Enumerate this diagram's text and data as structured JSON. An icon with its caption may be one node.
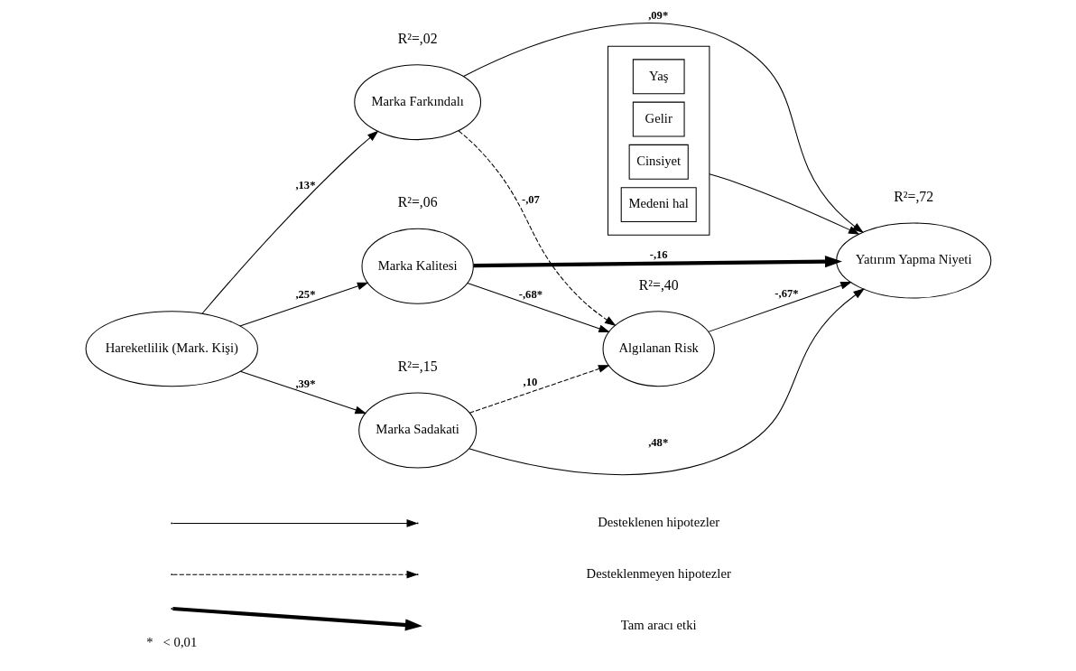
{
  "diagram": {
    "nodes": [
      {
        "text": [
          "Hareketlilik (Mark. Kişi)"
        ]
      },
      {
        "text": [
          "Marka Farkındalı"
        ],
        "beside": [
          "R²=,02"
        ]
      },
      {
        "text": [
          "Marka Kalitesi"
        ],
        "beside": [
          "R²=,06"
        ]
      },
      {
        "text": [
          "Marka Sadakati"
        ],
        "beside": [
          "R²=,15"
        ]
      },
      {
        "text": [
          "Algılanan Risk"
        ],
        "beside": [
          "R²=,40"
        ]
      },
      {
        "text": [
          "Yatırım Yapma Niyeti"
        ],
        "beside": [
          "R²=,72"
        ]
      },
      {
        "text": [],
        "shape": "box"
      },
      {
        "text": [
          "Yaş"
        ],
        "in": 6
      },
      {
        "text": [
          "Gelir"
        ],
        "in": 6
      },
      {
        "text": [
          "Cinsiyet"
        ],
        "in": 6
      },
      {
        "text": [
          "Medeni hal"
        ],
        "in": 6
      }
    ],
    "edges": [
      {
        "from": 0,
        "to": 1,
        "arrow": "to",
        "label": ",13*"
      },
      {
        "from": 0,
        "to": 2,
        "arrow": "to",
        "label": ",25*"
      },
      {
        "from": 0,
        "to": 3,
        "arrow": "to",
        "label": ",39*"
      },
      {
        "from": 1,
        "to": 4,
        "arrow": "to",
        "label": "-,07",
        "style": "dashed"
      },
      {
        "from": 1,
        "to": 5,
        "arrow": "to",
        "label": ",09*"
      },
      {
        "from": 2,
        "to": 4,
        "arrow": "to",
        "label": "-,68*"
      },
      {
        "from": 2,
        "to": 5,
        "arrow": "to",
        "label": "-,16",
        "style": "thick"
      },
      {
        "from": 3,
        "to": 4,
        "arrow": "to",
        "label": ",10",
        "style": "dashed"
      },
      {
        "from": 3,
        "to": 5,
        "arrow": "to",
        "label": ",48*"
      },
      {
        "from": 4,
        "to": 5,
        "arrow": "to",
        "label": "-,67*"
      },
      {
        "from": 6,
        "to": 5,
        "arrow": "to"
      }
    ],
    "labels": [
      "*",
      "< 0,01"
    ],
    "legend": [
      {
        "text": "Desteklenen hipotezler"
      },
      {
        "text": "Desteklenmeyen hipotezler"
      },
      {
        "text": "Tam aracı etki"
      }
    ]
  }
}
